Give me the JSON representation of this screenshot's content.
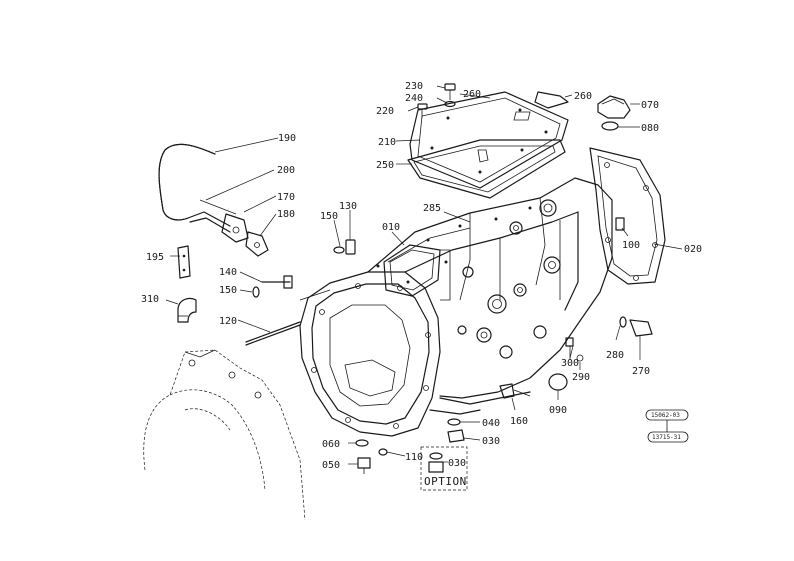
{
  "callouts": {
    "c230": "230",
    "c240": "240",
    "c220": "220",
    "c260a": "260",
    "c260b": "260",
    "c070": "070",
    "c080": "080",
    "c190": "190",
    "c210": "210",
    "c250": "250",
    "c200": "200",
    "c170": "170",
    "c180": "180",
    "c130": "130",
    "c150a": "150",
    "c010": "010",
    "c285": "285",
    "c100": "100",
    "c020": "020",
    "c195": "195",
    "c140": "140",
    "c150b": "150",
    "c310": "310",
    "c120": "120",
    "c280": "280",
    "c270": "270",
    "c300": "300",
    "c290": "290",
    "c090": "090",
    "c160": "160",
    "c040": "040",
    "c030a": "030",
    "c060a": "060",
    "c110": "110",
    "c030b": "030",
    "c050": "050"
  },
  "option_label": "OPTION",
  "stamps": {
    "top": "15062-03",
    "bottom": "13715-31"
  }
}
